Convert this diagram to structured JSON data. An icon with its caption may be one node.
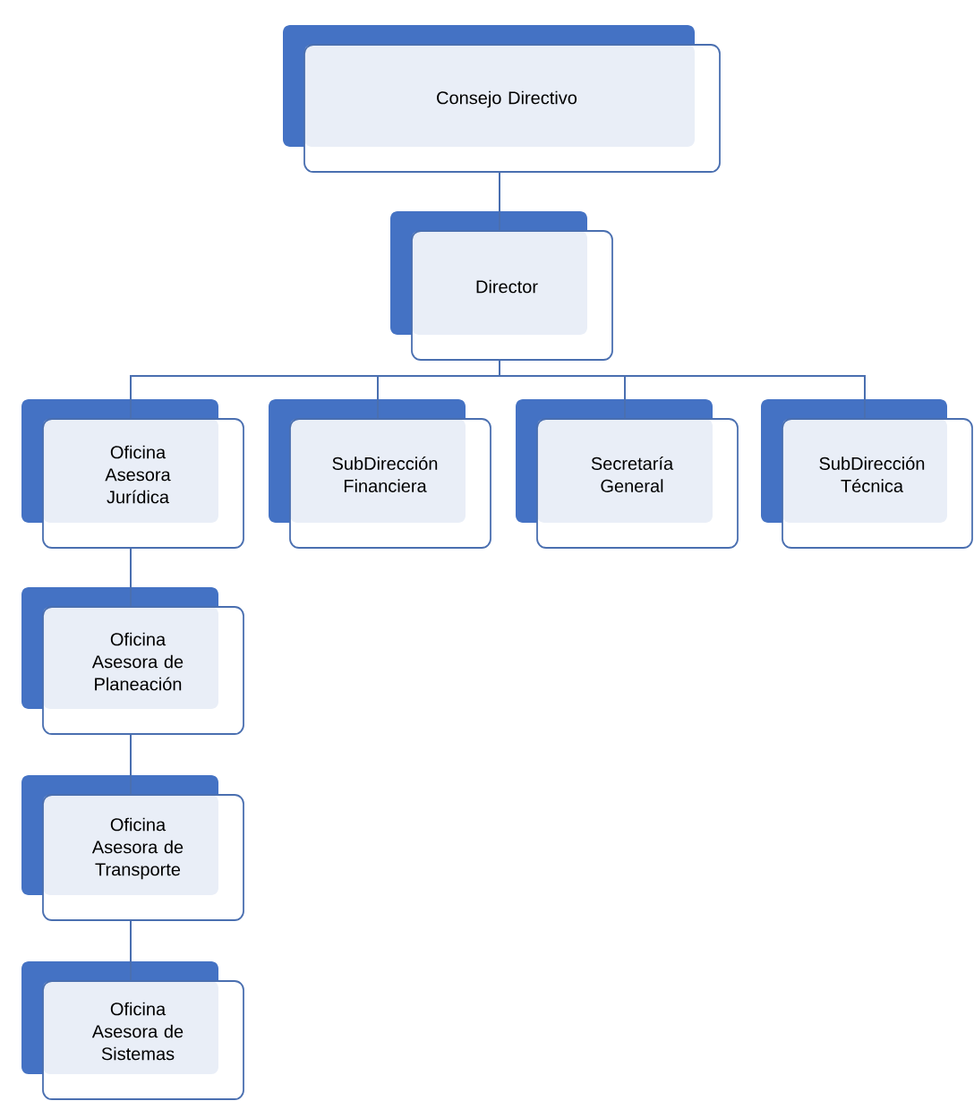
{
  "diagram": {
    "nodes": [
      {
        "text": [
          "Consejo Directivo"
        ]
      },
      {
        "text": [
          "Director"
        ]
      },
      {
        "text": [
          "Oficina Asesora Jurídica"
        ]
      },
      {
        "text": [
          "SubDirección Financiera"
        ]
      },
      {
        "text": [
          "Secretaría General"
        ]
      },
      {
        "text": [
          "SubDirección Técnica"
        ]
      },
      {
        "text": [
          "Oficina Asesora de Planeación"
        ]
      },
      {
        "text": [
          "Oficina Asesora de Transporte"
        ]
      },
      {
        "text": [
          "Oficina Asesora de Sistemas"
        ]
      }
    ],
    "edges": [
      {
        "from": 0,
        "to": 1,
        "arrow": "none"
      },
      {
        "from": 1,
        "to": 2,
        "arrow": "none"
      },
      {
        "from": 1,
        "to": 3,
        "arrow": "none"
      },
      {
        "from": 1,
        "to": 4,
        "arrow": "none"
      },
      {
        "from": 1,
        "to": 5,
        "arrow": "none"
      },
      {
        "from": 2,
        "to": 6,
        "arrow": "none"
      },
      {
        "from": 6,
        "to": 7,
        "arrow": "none"
      },
      {
        "from": 7,
        "to": 8,
        "arrow": "none"
      }
    ]
  }
}
